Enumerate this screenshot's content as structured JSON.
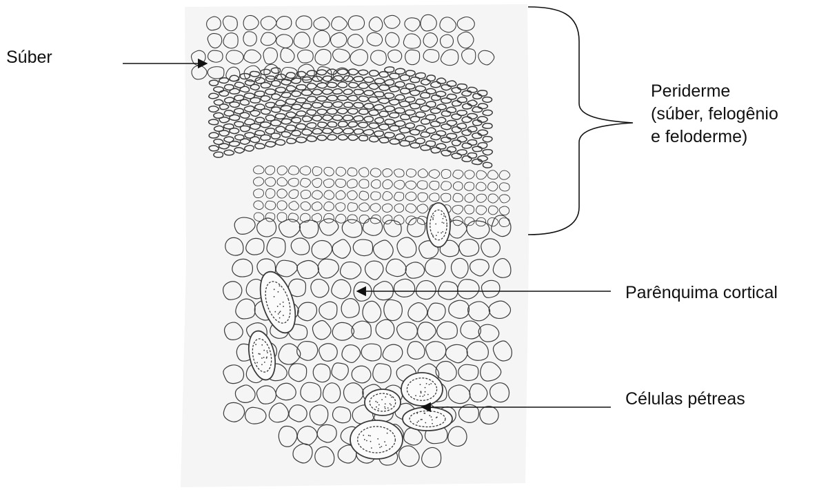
{
  "colors": {
    "ink": "#3a3a3a",
    "paper": "#f4f4f4",
    "text": "#111111"
  },
  "labels": {
    "suber": "Súber",
    "periderme_line1": "Periderme",
    "periderme_line2": "(súber, felogênio",
    "periderme_line3": "e feloderme)",
    "parenquima": "Parênquima cortical",
    "petreas": "Células pétreas"
  }
}
